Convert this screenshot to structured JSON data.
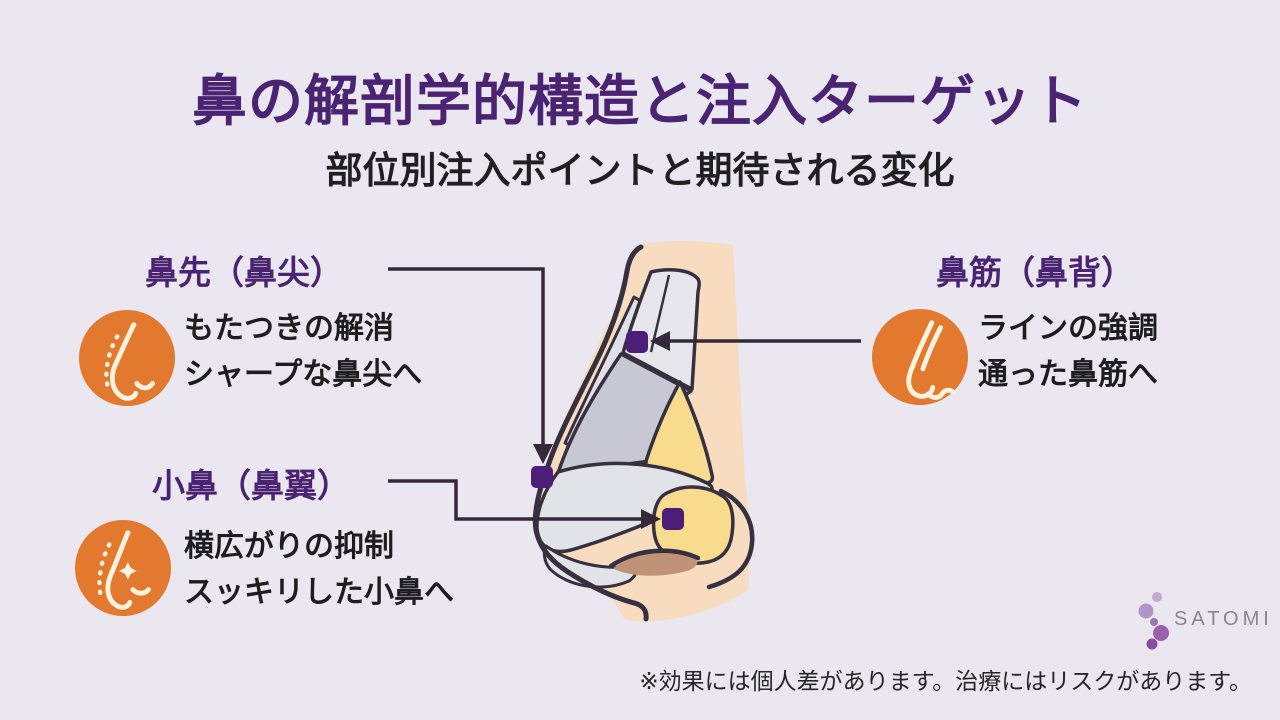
{
  "title": "鼻の解剖学的構造と注入ターゲット",
  "subtitle": "部位別注入ポイントと期待される変化",
  "annotations": {
    "tip": {
      "label": "鼻先（鼻尖）",
      "line1": "もたつきの解消",
      "line2": "シャープな鼻尖へ"
    },
    "bridge": {
      "label": "鼻筋（鼻背）",
      "line1": "ラインの強調",
      "line2": "通った鼻筋へ"
    },
    "alar": {
      "label": "小鼻（鼻翼）",
      "line1": "横広がりの抑制",
      "line2": "スッキリした小鼻へ"
    }
  },
  "disclaimer": "※効果には個人差があります。治療にはリスクがあります。",
  "logo_text": "SATOMI",
  "colors": {
    "background": "#eae7f0",
    "title_purple": "#4a2472",
    "marker_purple": "#4c1e78",
    "connector_dark": "#342939",
    "icon_orange": "#e2792e",
    "icon_stroke_cream": "#fdf2dd",
    "text_dark": "#1d1d21",
    "skin": "#f8dcc0",
    "cartilage_gray": "#e3e3ea",
    "cartilage_gray_dark": "#c7c8d2",
    "cartilage_yellow": "#f8db8c",
    "nostril_brown": "#c09378",
    "outline_dark": "#37303e",
    "logo_gray": "#87868e"
  }
}
